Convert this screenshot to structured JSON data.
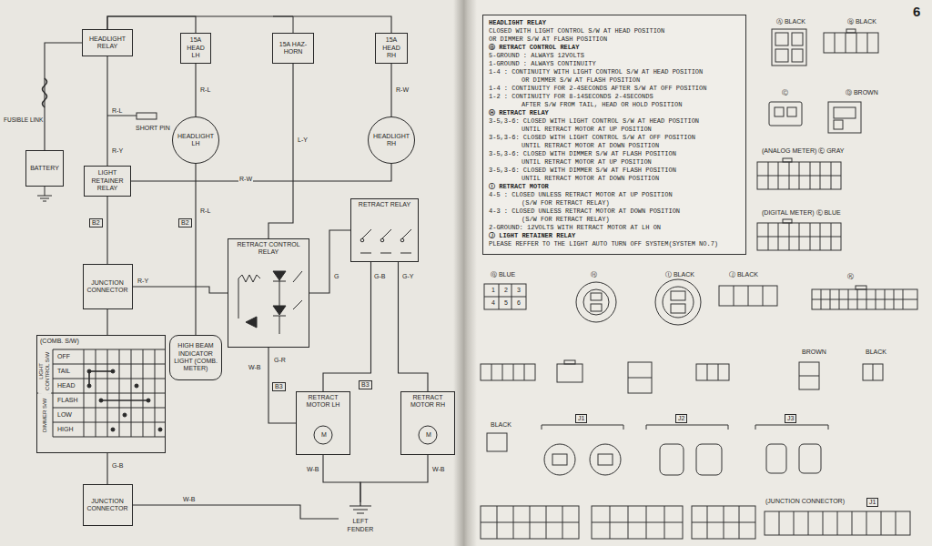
{
  "diagram": {
    "nodes": [
      {
        "text": [
          "HEADLIGHT RELAY"
        ]
      },
      {
        "text": [
          "15A HEAD LH"
        ]
      },
      {
        "text": [
          "15A HAZ-HORN"
        ]
      },
      {
        "text": [
          "15A HEAD RH"
        ]
      },
      {
        "text": [
          "HEADLIGHT LH"
        ]
      },
      {
        "text": [
          "HEADLIGHT RH"
        ]
      },
      {
        "text": [
          "BATTERY"
        ]
      },
      {
        "text": [
          "LIGHT RETAINER RELAY"
        ]
      },
      {
        "text": [
          "RETRACT RELAY"
        ]
      },
      {
        "text": [
          "RETRACT CONTROL RELAY"
        ]
      },
      {
        "text": [
          "JUNCTION CONNECTOR"
        ]
      },
      {
        "text": [
          "HIGH BEAM INDICATOR LIGHT (COMB. METER)"
        ]
      },
      {
        "text": [
          "(COMB. S/W)"
        ]
      },
      {
        "text": [
          "RETRACT MOTOR LH"
        ]
      },
      {
        "text": [
          "RETRACT MOTOR RH"
        ]
      },
      {
        "text": [
          "JUNCTION CONNECTOR"
        ]
      },
      {
        "text": [
          "LEFT FENDER"
        ]
      },
      {
        "text": [
          "HEADLIGHT RELAY",
          "CLOSED WITH LIGHT CONTROL S/W AT HEAD POSITION",
          "OR DIMMER S/W AT FLASH POSITION",
          "Ⓖ RETRACT CONTROL RELAY",
          "5-GROUND : ALWAYS 12VOLTS",
          "1-GROUND : ALWAYS CONTINUITY",
          "1-4 : CONTINUITY WITH LIGHT CONTROL S/W AT HEAD POSITION",
          "OR DIMMER S/W AT FLASH POSITION",
          "1-4 : CONTINUITY FOR 2-4SECONDS AFTER S/W AT OFF POSITION",
          "1-2 : CONTINUITY FOR 8-14SECONDS 2-4SECONDS",
          "AFTER S/W FROM TAIL, HEAD OR HOLD POSITION",
          "Ⓗ RETRACT RELAY",
          "3-5,3-6: CLOSED WITH LIGHT CONTROL S/W AT HEAD POSITION",
          "UNTIL RETRACT MOTOR AT UP POSITION",
          "3-5,3-6: CLOSED WITH LIGHT CONTROL S/W AT OFF POSITION",
          "UNTIL RETRACT MOTOR AT DOWN POSITION",
          "3-5,3-6: CLOSED WITH DIMMER S/W AT FLASH POSITION",
          "UNTIL RETRACT MOTOR AT UP POSITION",
          "3-5,3-6: CLOSED WITH DIMMER S/W AT FLASH POSITION",
          "UNTIL RETRACT MOTOR AT DOWN POSITION",
          "Ⓘ RETRACT MOTOR",
          "4-5 : CLOSED UNLESS RETRACT MOTOR AT UP POSITION",
          "(S/W FOR RETRACT RELAY)",
          "4-3 : CLOSED UNLESS RETRACT MOTOR AT DOWN POSITION",
          "(S/W FOR RETRACT RELAY)",
          "2-GROUND: 12VOLTS WITH RETRACT MOTOR AT LH ON",
          "Ⓙ LIGHT RETAINER RELAY",
          "PLEASE REFFER TO THE LIGHT AUTO TURN OFF SYSTEM(SYSTEM NO.7)"
        ]
      }
    ],
    "edges": [
      {
        "from": 6,
        "to": 0,
        "arrow": "none"
      },
      {
        "from": 0,
        "to": 1,
        "arrow": "none"
      },
      {
        "from": 0,
        "to": 3,
        "arrow": "none"
      },
      {
        "from": 1,
        "to": 4,
        "arrow": "none"
      },
      {
        "from": 3,
        "to": 5,
        "arrow": "none"
      },
      {
        "from": 2,
        "to": 9,
        "arrow": "none"
      },
      {
        "from": 0,
        "to": 7,
        "arrow": "none"
      },
      {
        "from": 7,
        "to": 10,
        "arrow": "none"
      },
      {
        "from": 7,
        "to": 5,
        "arrow": "none"
      },
      {
        "from": 10,
        "to": 9,
        "arrow": "none"
      },
      {
        "from": 10,
        "to": 12,
        "arrow": "none"
      },
      {
        "from": 4,
        "to": 11,
        "arrow": "none"
      },
      {
        "from": 9,
        "to": 8,
        "arrow": "none"
      },
      {
        "from": 9,
        "to": 13,
        "arrow": "none"
      },
      {
        "from": 8,
        "to": 13,
        "arrow": "none"
      },
      {
        "from": 8,
        "to": 14,
        "arrow": "none"
      },
      {
        "from": 12,
        "to": 15,
        "arrow": "none"
      },
      {
        "from": 15,
        "to": 16,
        "arrow": "none"
      },
      {
        "from": 13,
        "to": 16,
        "arrow": "none"
      },
      {
        "from": 14,
        "to": 16,
        "arrow": "none"
      }
    ],
    "labels": [
      "FUSIBLE LINK",
      "SHORT PIN",
      "R-L",
      "R-Y",
      "R-L",
      "R-W",
      "L-Y",
      "R-W",
      "R-L",
      "B2",
      "B2",
      "B3",
      "B3",
      "R-Y",
      "G-R",
      "W-B",
      "G",
      "G-B",
      "G-Y",
      "W-B",
      "W-B",
      "G-B",
      "W-B",
      "LIGHT CONTROL S/W",
      "DIMMER S/W",
      "OFF",
      "TAIL",
      "HEAD",
      "FLASH",
      "LOW",
      "HIGH",
      "M",
      "M",
      "6",
      "Ⓐ BLACK",
      "Ⓑ BLACK",
      "Ⓒ",
      "Ⓓ BROWN",
      "(ANALOG METER) Ⓔ GRAY",
      "(DIGITAL METER) Ⓔ BLUE",
      "Ⓖ BLUE",
      "Ⓗ",
      "Ⓘ BLACK",
      "Ⓙ BLACK",
      "Ⓚ",
      "BROWN",
      "BLACK",
      "BLACK",
      "J1",
      "J2",
      "J3",
      "(JUNCTION CONNECTOR)",
      "J1",
      "1",
      "2",
      "3",
      "4",
      "5",
      "6"
    ]
  }
}
